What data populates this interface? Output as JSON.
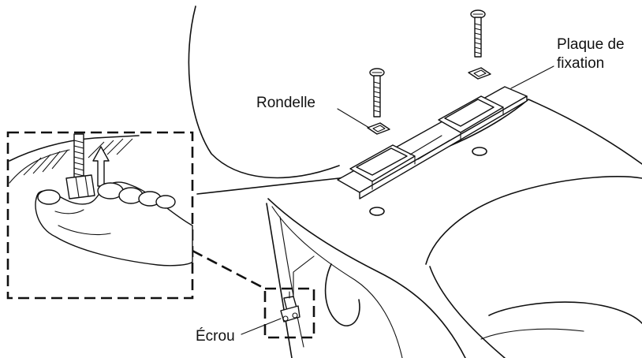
{
  "labels": {
    "mounting_plate_line1": "Plaque de",
    "mounting_plate_line2": "fixation",
    "washer": "Rondelle",
    "nut": "Écrou"
  },
  "colors": {
    "line": "#111111",
    "background": "#ffffff"
  }
}
